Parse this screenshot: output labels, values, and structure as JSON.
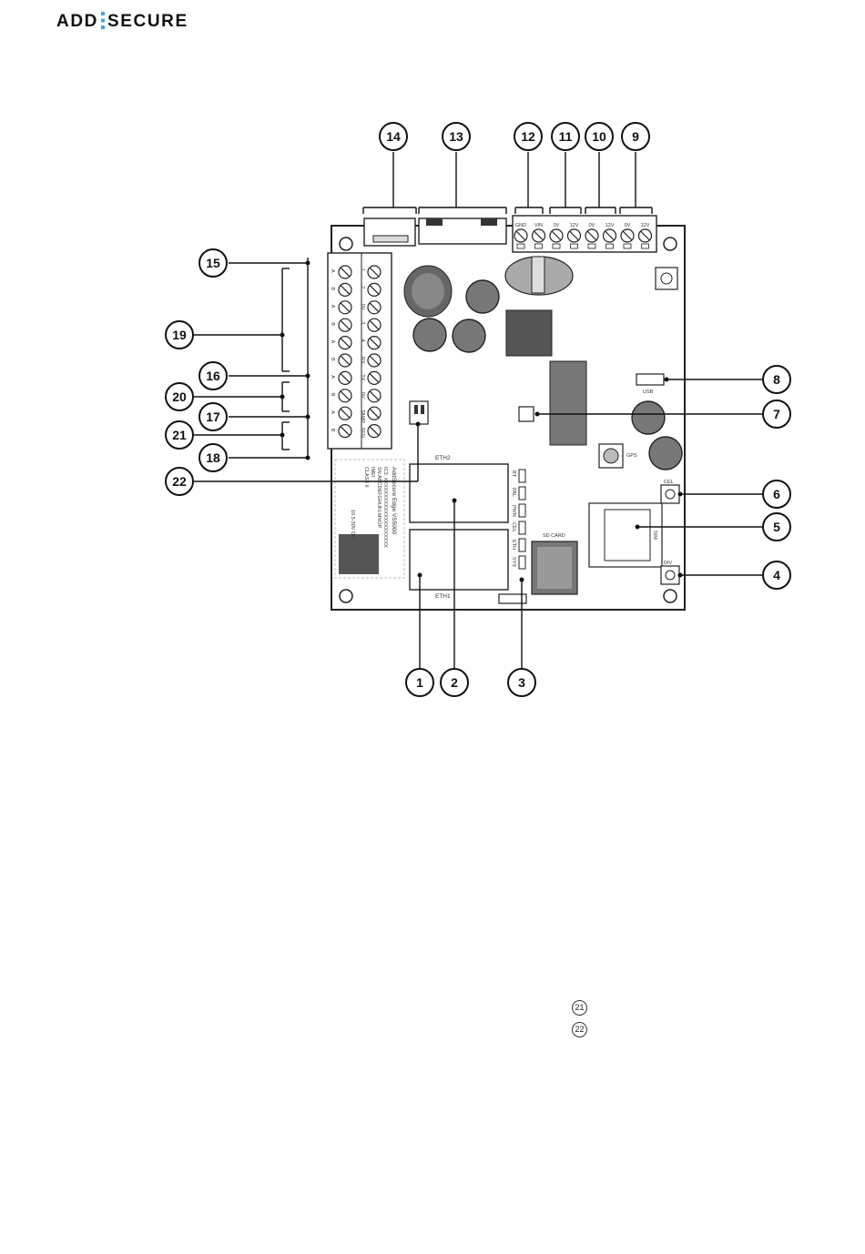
{
  "header": {
    "logo_left": "ADD",
    "logo_right": "SECURE"
  },
  "board": {
    "terminal_top": [
      "GND",
      "VIN",
      "0V",
      "12V",
      "0V",
      "12V",
      "0V",
      "12V"
    ],
    "terminal_left": [
      "1",
      "2",
      "0V",
      "3",
      "4",
      "RX",
      "TX",
      "0V",
      "TAMP",
      "SEN"
    ],
    "terminal_left_ab": [
      "A",
      "B",
      "A",
      "B",
      "A",
      "B",
      "A",
      "B",
      "A",
      "B"
    ],
    "labels": {
      "eth1": "ETH1",
      "eth2": "ETH2",
      "usb": "USB",
      "gps": "GPS",
      "sd_card": "SD CARD",
      "sim": "SIM",
      "cel": "CEL",
      "div": "DIV"
    },
    "leds": [
      "BT",
      "PAL",
      "PWR",
      "CEL",
      "ETH",
      "SYS"
    ],
    "sticker": {
      "title": "AddSecure Edge VS5000",
      "lines": [
        "IC3: XXXXXXXXXXXXXXXXXXXXX",
        "SN:ABCDEFGHIJKLMNOP",
        "IMEI:",
        "CLASS II"
      ],
      "rating": "10.5-30V DC"
    }
  },
  "callouts": [
    "1",
    "2",
    "3",
    "4",
    "5",
    "6",
    "7",
    "8",
    "9",
    "10",
    "11",
    "12",
    "13",
    "14",
    "15",
    "16",
    "17",
    "18",
    "19",
    "20",
    "21",
    "22"
  ],
  "legend": {
    "item21": "21",
    "item22": "22"
  }
}
